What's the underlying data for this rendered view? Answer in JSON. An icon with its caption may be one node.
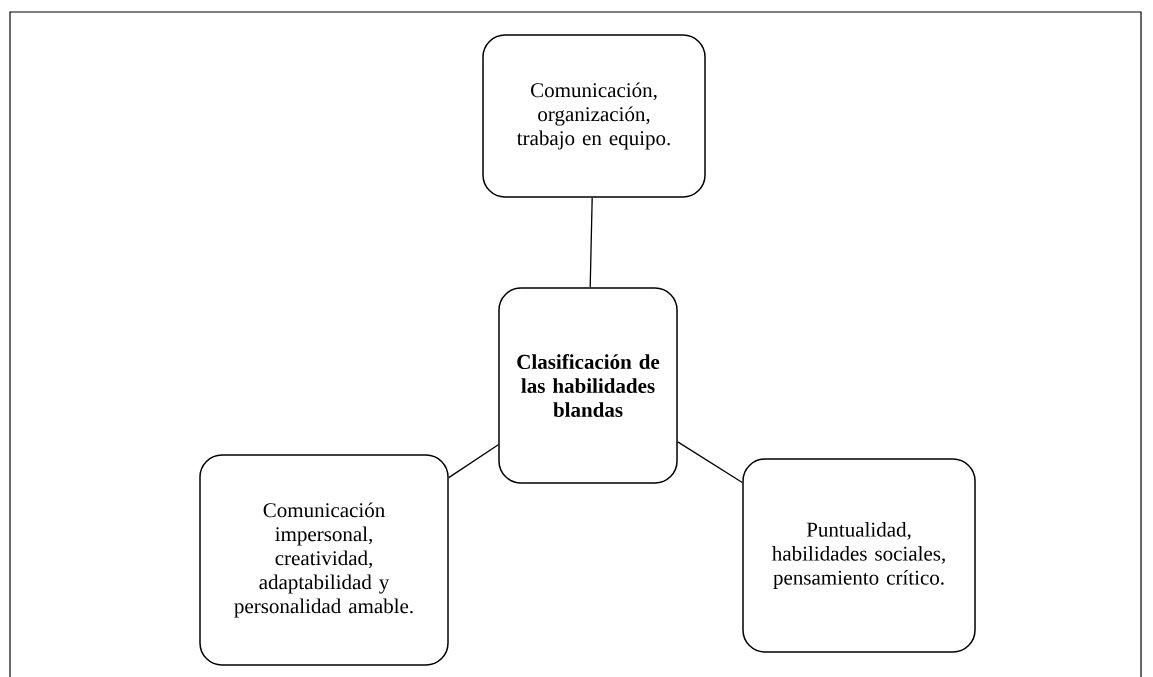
{
  "diagram": {
    "nodes": [
      {
        "text": [
          "Clasificación de las habilidades blandas"
        ]
      },
      {
        "text": [
          "Comunicación, organización, trabajo en equipo."
        ]
      },
      {
        "text": [
          "Comunicación impersonal, creatividad, adaptabilidad y personalidad amable."
        ]
      },
      {
        "text": [
          "Puntualidad, habilidades sociales, pensamiento crítico."
        ]
      }
    ],
    "edges": [
      {
        "from": 0,
        "to": 1,
        "arrow": "none"
      },
      {
        "from": 0,
        "to": 2,
        "arrow": "none"
      },
      {
        "from": 0,
        "to": 3,
        "arrow": "none"
      }
    ]
  }
}
